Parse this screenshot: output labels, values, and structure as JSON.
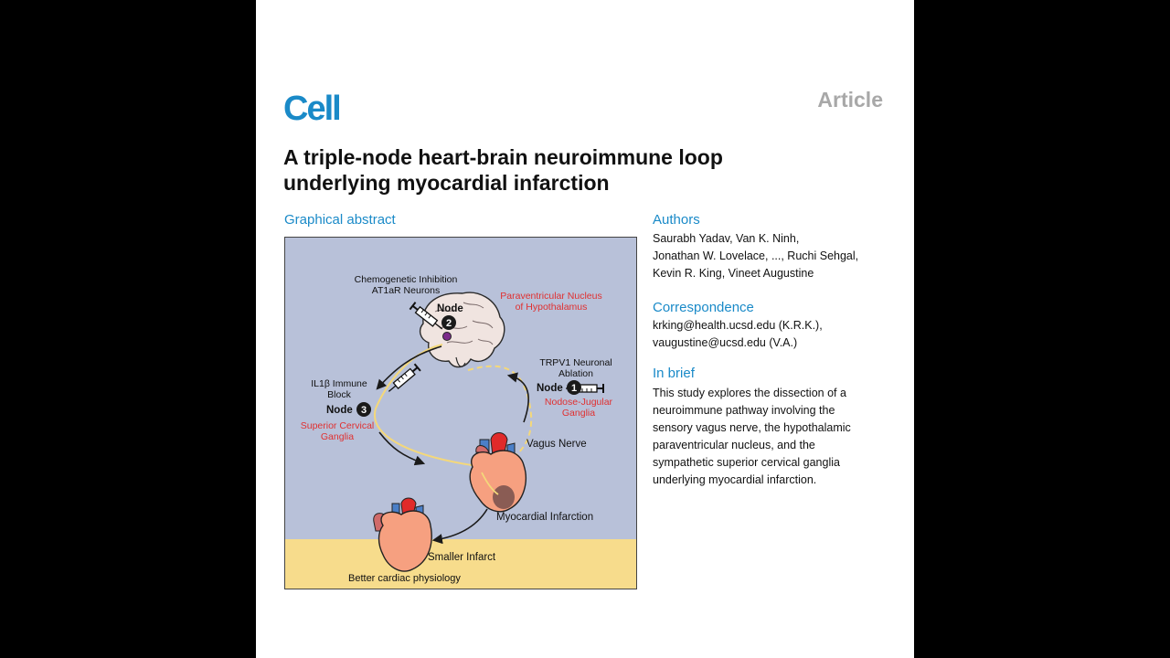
{
  "journal": {
    "logo_text": "Cell",
    "article_type": "Article",
    "colors": {
      "accent": "#1a8ac8",
      "label_red": "#e03030",
      "figure_bg": "#b8c1d9",
      "figure_floor": "#f7dc8c"
    }
  },
  "paper": {
    "title_line1": "A triple-node heart-brain neuroimmune loop",
    "title_line2": "underlying myocardial infarction"
  },
  "graphical_abstract": {
    "heading": "Graphical abstract",
    "labels": {
      "chemo_line1": "Chemogenetic Inhibition",
      "chemo_line2": "AT1aR Neurons",
      "node_word": "Node",
      "node2_num": "2",
      "pvn_line1": "Paraventricular Nucleus",
      "pvn_line2": "of Hypothalamus",
      "il1b_line1": "IL1β Immune",
      "il1b_line2": "Block",
      "node3_num": "3",
      "scg_line1": "Superior Cervical",
      "scg_line2": "Ganglia",
      "trpv1_line1": "TRPV1 Neuronal",
      "trpv1_line2": "Ablation",
      "node1_num": "1",
      "nodose_line1": "Nodose-Jugular",
      "nodose_line2": "Ganglia",
      "vagus": "Vagus Nerve",
      "mi": "Myocardial Infarction",
      "smaller": "Smaller Infarct",
      "better": "Better cardiac physiology"
    }
  },
  "authors": {
    "heading": "Authors",
    "line1": "Saurabh Yadav, Van K. Ninh,",
    "line2": "Jonathan W. Lovelace, ..., Ruchi Sehgal,",
    "line3": "Kevin R. King, Vineet Augustine"
  },
  "correspondence": {
    "heading": "Correspondence",
    "line1": "krking@health.ucsd.edu (K.R.K.),",
    "line2": "vaugustine@ucsd.edu (V.A.)"
  },
  "in_brief": {
    "heading": "In brief",
    "line1": "This study explores the dissection of a",
    "line2": "neuroimmune pathway involving the",
    "line3": "sensory vagus nerve, the hypothalamic",
    "line4": "paraventricular nucleus, and the",
    "line5": "sympathetic superior cervical ganglia",
    "line6": "underlying myocardial infarction."
  }
}
